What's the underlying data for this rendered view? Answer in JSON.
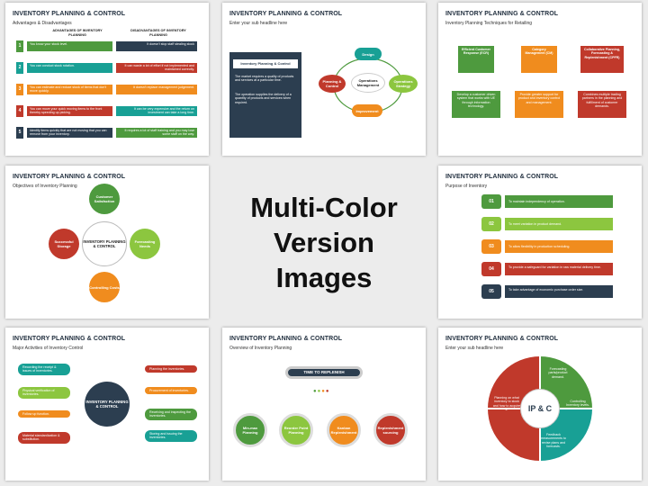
{
  "colors": {
    "green": "#4e9a3e",
    "orange": "#f08c1e",
    "red": "#c0392b",
    "navy": "#2c3e50",
    "teal": "#18a095",
    "lime": "#8cc63f",
    "blue": "#2a6ebb",
    "gray": "#606a72"
  },
  "center": {
    "line1": "Multi-Color",
    "line2": "Version Images"
  },
  "slides": [
    {
      "title": "INVENTORY PLANNING & CONTROL",
      "subtitle": "Advantages & Disadvantages",
      "adv_head": "ADVANTAGES OF INVENTORY PLANNING",
      "dis_head": "DISADVANTAGES OF INVENTORY PLANNING",
      "rows": [
        {
          "n": "1",
          "adv": "You know your stock level.",
          "dis": "It doesn't stop staff stealing stock"
        },
        {
          "n": "2",
          "adv": "You can conduct stock rotation.",
          "dis": "It can waste a lot of effort if not implemented and maintained correctly."
        },
        {
          "n": "3",
          "adv": "You can estimate and reduce stock of items that don't move quickly.",
          "dis": "It doesn't replace management judgement."
        },
        {
          "n": "4",
          "adv": "You can move your quick moving items to the front thereby speeding up picking.",
          "dis": "It can be very expensive and the return on investment can take a long time."
        },
        {
          "n": "5",
          "adv": "Identify items quickly that are not moving that you can remove from your inventory.",
          "dis": "It requires a lot of staff training and you may lose some staff on the way."
        }
      ]
    },
    {
      "title": "INVENTORY PLANNING & CONTROL",
      "subtitle": "Enter your sub headline here",
      "panel_title": "Inventory Planning & Control",
      "bullets": [
        "The market requires a quality of products and services at a particular time.",
        "The operation supplies the delivery of a quantity of products and services when required."
      ],
      "nodes": {
        "top": "Design",
        "left": "Planning & Control",
        "center": "Operations Management",
        "right": "Operations Strategy",
        "bottom": "Improvement"
      }
    },
    {
      "title": "INVENTORY PLANNING & CONTROL",
      "subtitle": "Inventory Planning Techniques for Retailing",
      "cols": [
        {
          "head": "Efficient Customer Response (ECR)",
          "body": "Develop a customer driven system that works with UE through information technology."
        },
        {
          "head": "Category Management (CM)",
          "body": "Provide greater support for product and inventory control and management."
        },
        {
          "head": "Collaborative Planning, Forecasting & Replenishment (CPFR)",
          "body": "Combines multiple trading partners in the planning and fulfillment of customer demands."
        }
      ]
    },
    {
      "title": "INVENTORY PLANNING & CONTROL",
      "subtitle": "Objectives of Inventory Planning",
      "center": "INVENTORY PLANNING & CONTROL",
      "items": {
        "top": "Customer Satisfaction",
        "left": "Successful Storage",
        "right": "Forecasting Needs",
        "bottom": "Controlling Costs"
      }
    },
    {
      "title": "INVENTORY PLANNING & CONTROL",
      "subtitle": "Purpose of Inventory",
      "rows": [
        {
          "n": "01",
          "text": "To maintain independency of operation."
        },
        {
          "n": "02",
          "text": "To meet variation in product demand."
        },
        {
          "n": "03",
          "text": "To allow flexibility in production scheduling."
        },
        {
          "n": "04",
          "text": "To provide a safeguard for variation in raw material delivery time."
        },
        {
          "n": "05",
          "text": "To take advantage of economic purchase order size."
        }
      ]
    },
    {
      "title": "INVENTORY PLANNING & CONTROL",
      "subtitle": "Major Activities of Inventory Control",
      "center": "INVENTORY PLANNING & CONTROL",
      "left": [
        "Recording the receipt & issues of inventories.",
        "Physical verification of inventories.",
        "Follow up function.",
        "Material standardization & substitution."
      ],
      "right": [
        "Planning the inventories.",
        "Procurement of inventories.",
        "Receiving and inspecting the inventories.",
        "Storing and issuing the inventories."
      ]
    },
    {
      "title": "INVENTORY PLANNING & CONTROL",
      "subtitle": "Overview of Inventory Planning",
      "top": "TIME TO REPLENISH",
      "items": [
        "Min-max Planning",
        "Reorder Point Planning",
        "Kanban Replenishment",
        "Replenishment sourcing"
      ]
    },
    {
      "title": "INVENTORY PLANNING & CONTROL",
      "subtitle": "Enter your sub headline here",
      "center": "IP & C",
      "quads": [
        "Forecasting parts/product demand.",
        "Controlling Inventory levels.",
        "Feedback measurements to revise plans and forecasts.",
        "Planning on what inventory to stock and how to acquire it."
      ]
    }
  ]
}
